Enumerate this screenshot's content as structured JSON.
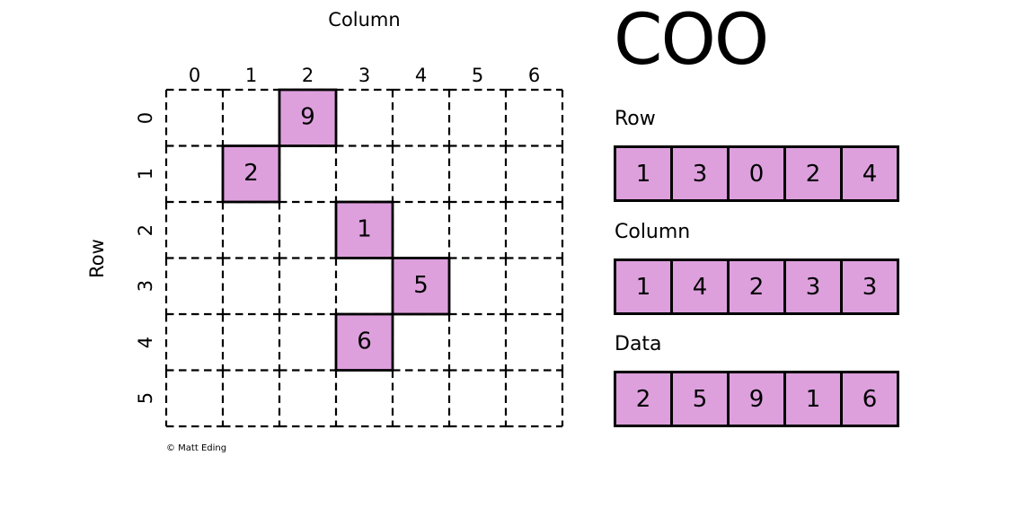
{
  "figure": {
    "title": "COO",
    "copyright": "© Matt Eding",
    "colors": {
      "cell_fill": "#DDA0DD",
      "line": "#000000",
      "background": "#FFFFFF"
    }
  },
  "matrix": {
    "x_axis_label": "Column",
    "y_axis_label": "Row",
    "col_headers": [
      "0",
      "1",
      "2",
      "3",
      "4",
      "5",
      "6"
    ],
    "row_headers": [
      "0",
      "1",
      "2",
      "3",
      "4",
      "5"
    ],
    "filled_cells": [
      {
        "row": 0,
        "col": 2,
        "value": "9"
      },
      {
        "row": 1,
        "col": 1,
        "value": "2"
      },
      {
        "row": 2,
        "col": 3,
        "value": "1"
      },
      {
        "row": 3,
        "col": 4,
        "value": "5"
      },
      {
        "row": 4,
        "col": 3,
        "value": "6"
      }
    ]
  },
  "arrays": [
    {
      "key": "row",
      "label": "Row",
      "values": [
        "1",
        "3",
        "0",
        "2",
        "4"
      ]
    },
    {
      "key": "column",
      "label": "Column",
      "values": [
        "1",
        "4",
        "2",
        "3",
        "3"
      ]
    },
    {
      "key": "data",
      "label": "Data",
      "values": [
        "2",
        "5",
        "9",
        "1",
        "6"
      ]
    }
  ]
}
